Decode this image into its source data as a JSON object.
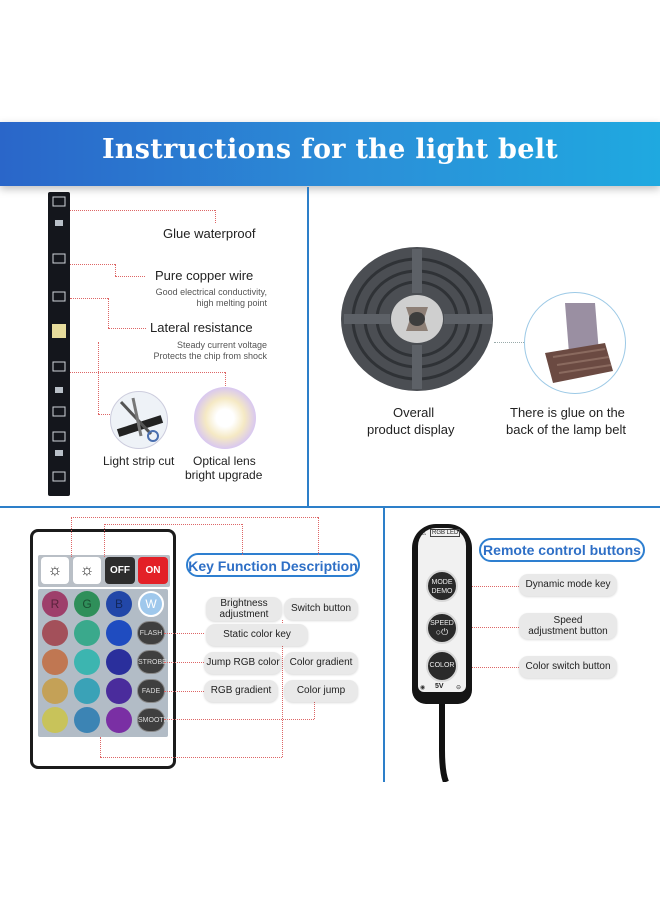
{
  "banner": {
    "title": "Instructions for the light belt"
  },
  "strip_section": {
    "labels": {
      "glue_waterproof": "Glue waterproof",
      "pure_copper_wire": "Pure copper wire",
      "copper_sub_1": "Good electrical conductivity,",
      "copper_sub_2": "high melting point",
      "lateral_resistance": "Lateral resistance",
      "resistance_sub_1": "Steady current voltage",
      "resistance_sub_2": "Protects the chip from shock",
      "light_strip_cut": "Light strip cut",
      "optical_lens_1": "Optical lens",
      "optical_lens_2": "bright upgrade"
    }
  },
  "product_section": {
    "overall_1": "Overall",
    "overall_2": "product display",
    "glue_1": "There is glue on the",
    "glue_2": "back of the lamp belt"
  },
  "remote_section": {
    "title": "Key Function Description",
    "top_keys": {
      "off": "OFF",
      "on": "ON"
    },
    "color_keys": {
      "r": "R",
      "g": "G",
      "b": "B",
      "w": "W"
    },
    "side_keys": {
      "flash": "FLASH",
      "strobe": "STROBE",
      "fade": "FADE",
      "smooth": "SMOOTH"
    },
    "pills": {
      "brightness_1": "Brightness",
      "brightness_2": "adjustment",
      "switch_button": "Switch button",
      "static_color_key": "Static color key",
      "jump_rgb_color": "Jump RGB color",
      "color_gradient": "Color gradient",
      "rgb_gradient": "RGB gradient",
      "color_jump": "Color jump"
    },
    "colors": {
      "row1": [
        "#9e3f6b",
        "#2f8f5a",
        "#2247a8",
        "#9fc8ec"
      ],
      "row2": [
        "#a3505a",
        "#3aa98c",
        "#1f4cc0"
      ],
      "row3": [
        "#c07752",
        "#3cb5b0",
        "#2a2f9c"
      ],
      "row4": [
        "#c4a157",
        "#3aa2b7",
        "#4a2c9c"
      ],
      "row5": [
        "#c8c35a",
        "#3c84b4",
        "#7a2fa4"
      ]
    }
  },
  "controller_section": {
    "title": "Remote control buttons",
    "label": "RGB LED",
    "buttons": {
      "mode_1": "MODE",
      "mode_2": "DEMO",
      "speed_1": "SPEED",
      "color": "COLOR"
    },
    "footer": "5V",
    "pills": {
      "dynamic_mode_key": "Dynamic mode key",
      "speed_1": "Speed",
      "speed_2": "adjustment button",
      "color_switch_button": "Color switch button"
    }
  }
}
